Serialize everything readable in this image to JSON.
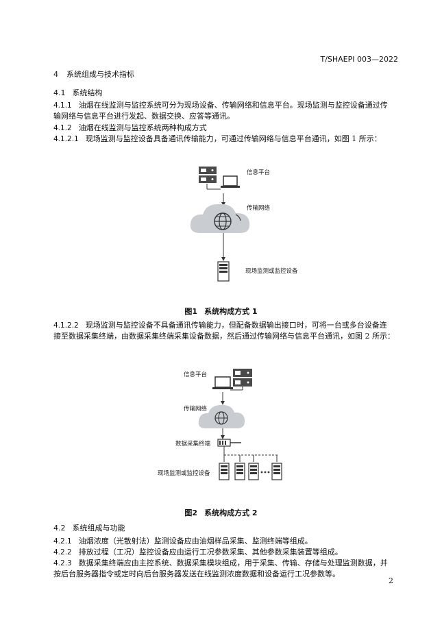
{
  "header": {
    "doc_id": "T/SHAEPI 003—2022"
  },
  "sec4": {
    "num": "4",
    "title": "系统组成与技术指标"
  },
  "sec41": {
    "num": "4.1",
    "title": "系统结构"
  },
  "p411": {
    "num": "4.1.1",
    "line1": "油烟在线监测与监控系统可分为现场设备、传输网络和信息平台。现场监测与监控设备通过传",
    "line2": "输网络与信息平台进行发起、数据交换、应答等通讯。"
  },
  "p412": {
    "num": "4.1.2",
    "text": "油烟在线监测与监控系统两种构成方式"
  },
  "p4121": {
    "num": "4.1.2.1",
    "text": "现场监测与监控设备具备通讯传输能力，可通过传输网络与信息平台通讯，如图 1 所示："
  },
  "fig1": {
    "platform_label": "信息平台",
    "network_label": "传输网络",
    "device_label": "现场监测或监控设备",
    "caption_prefix": "图1",
    "caption_text": "系统构成方式 1"
  },
  "p4122": {
    "num": "4.1.2.2",
    "line1": "现场监测与监控设备不具备通讯传输能力，但配备数据输出接口时，可将一台或多台设备连",
    "line2": "接至数据采集终端，由数据采集终端采集设备数据，然后通过传输网络与信息平台通讯，如图 2 所示："
  },
  "fig2": {
    "platform_label": "信息平台",
    "network_label": "传输网络",
    "collector_label": "数据采集终端",
    "device_label": "现场监测或监控设备",
    "caption_prefix": "图2",
    "caption_text": "系统构成方式 2"
  },
  "sec42": {
    "num": "4.2",
    "title": "系统组成与功能"
  },
  "p421": {
    "num": "4.2.1",
    "text": "油烟浓度（光散射法）监测设备应由油烟样品采集、监测终端等组成。"
  },
  "p422": {
    "num": "4.2.2",
    "text": "排放过程（工况）监控设备应由运行工况参数采集、其他参数采集装置等组成。"
  },
  "p423": {
    "num": "4.2.3",
    "line1": "数据采集终端应由主控系统、数据采集模块组成，用于采集、传输、存储与处理监测数据，并",
    "line2": "按后台服务器指令或定时向后台服务器发送在线监测浓度数据和设备运行工况参数等。"
  },
  "footer": {
    "page_number": "2"
  },
  "colors": {
    "cloud": "#c9ccd1",
    "device_dark": "#4a4a4a",
    "device_light": "#ffffff",
    "line": "#333333"
  }
}
